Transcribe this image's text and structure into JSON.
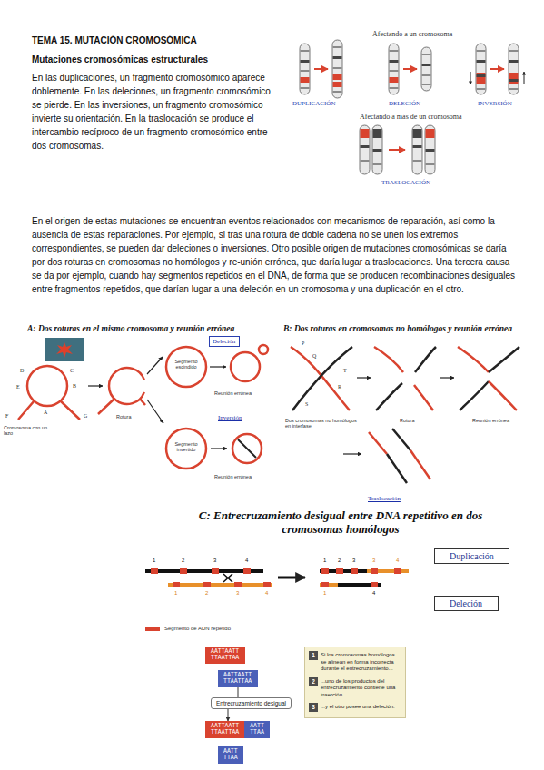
{
  "diagram": {
    "title": "TEMA 15. MUTACIÓN CROMOSÓMICA",
    "nodes": [
      {
        "text": [
          "Deleción"
        ]
      },
      {
        "text": [
          "Duplicación"
        ]
      },
      {
        "text": [
          "Deleción"
        ]
      },
      {
        "text": [
          "AATTAATT",
          "TTAATTAA"
        ]
      },
      {
        "text": [
          "AATTAATT",
          "TTAATTAA"
        ]
      },
      {
        "text": [
          "Entrecruzamiento desigual"
        ]
      },
      {
        "text": [
          "AATTAATT",
          "TTAATTAA"
        ]
      },
      {
        "text": [
          "AATT",
          "TTAA"
        ]
      },
      {
        "text": [
          "AATT",
          "TTAA"
        ]
      },
      {
        "text": [
          "Si los cromosomas homólogos se alinean en forma incorrecta durante el entrecruzamiento...",
          "...uno de los productos del entrecruzamiento contiene una inserción...",
          "...y el otro posee una deleción."
        ]
      },
      {
        "text": [
          "1"
        ],
        "in": 9
      },
      {
        "text": [
          "2"
        ],
        "in": 9
      },
      {
        "text": [
          "3"
        ],
        "in": 9
      }
    ],
    "edges": [
      {
        "from": 4,
        "to": 5,
        "arrow": "none"
      },
      {
        "from": 5,
        "to": 6,
        "arrow": "to"
      }
    ],
    "labels": [
      "Mutaciones cromosómicas estructurales",
      "En las duplicaciones, un fragmento cromosómico aparece doblemente. En las deleciones, un fragmento cromosómico se pierde. En las inversiones, un fragmento cromosómico invierte su orientación. En la traslocación se produce el intercambio recíproco de un fragmento cromosómico entre dos cromosomas.",
      "Afectando a un cromosoma",
      "DUPLICACIÓN",
      "DELECIÓN",
      "INVERSIÓN",
      "Afectando a más de un cromosoma",
      "TRASLOCACIÓN",
      "En el origen de estas mutaciones se encuentran eventos relacionados con mecanismos de reparación, así como la ausencia de estas reparaciones. Por ejemplo, si tras una rotura de doble cadena no se unen los extremos correspondientes, se pueden dar deleciones o inversiones. Otro posible origen de mutaciones cromosómicas se daría por dos roturas en cromosomas no homólogos y re-unión errónea, que daría lugar a traslocaciones. Una tercera causa se da por ejemplo, cuando hay segmentos repetidos en el DNA, de forma que se producen recombinaciones desiguales entre fragmentos repetidos, que darían lugar a una deleción en un cromosoma y una duplicación en el otro.",
      "A: Dos roturas en el mismo cromosoma y reunión errónea",
      "B: Dos roturas en cromosomas no homólogos y reunión errónea",
      "Cromosoma con un lazo",
      "Rotura",
      "Segmento escindido",
      "Reunión errónea",
      "Inversión",
      "Segmento invertido",
      "Reunión errónea",
      "Dos cromosomas no homólogos en interfase",
      "Rotura",
      "Reunión errónea",
      "Traslocación",
      "C: Entrecruzamiento desigual entre DNA repetitivo en dos cromosomas homólogos",
      "1",
      "2",
      "3",
      "4",
      "1",
      "2",
      "3",
      "4",
      "1",
      "2",
      "3",
      "3",
      "4",
      "1",
      "4",
      "D",
      "E",
      "C",
      "B",
      "A",
      "F",
      "G",
      "P",
      "Q",
      "R",
      "S",
      "T"
    ],
    "legend": [
      {
        "text": "Segmento de ADN repetido",
        "color": "#d9432f"
      }
    ]
  }
}
